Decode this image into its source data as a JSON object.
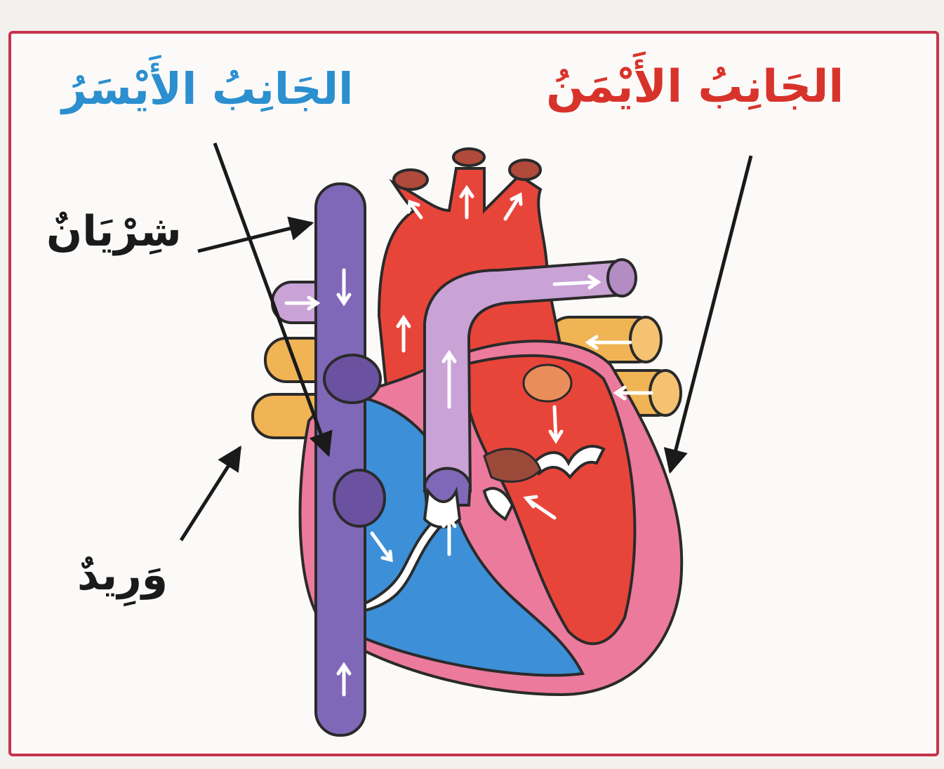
{
  "labels": {
    "left_side": "الجَانِبُ الأَيْسَرُ",
    "right_side": "الجَانِبُ الأَيْمَنُ",
    "artery": "شِرْيَانٌ",
    "vein": "وَرِيدٌ"
  },
  "colors": {
    "frame_border": "#c8324e",
    "left_side_text": "#2b8fd0",
    "right_side_text": "#d8332b",
    "label_text": "#1a1a1a",
    "oxygenated_blood": "#e8453a",
    "deoxygenated_blood": "#3d8fd8",
    "vena_cava": "#8068b8",
    "pulmonary_artery": "#c9a2d6",
    "pulmonary_veins": "#f0b455",
    "heart_wall": "#ec7a9c"
  }
}
